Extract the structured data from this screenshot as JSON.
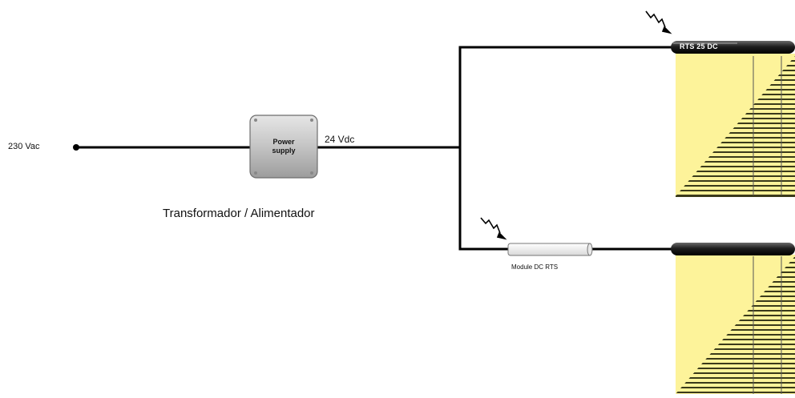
{
  "input": {
    "voltage_label": "230 Vac"
  },
  "power_supply": {
    "line1": "Power",
    "line2": "supply",
    "caption": "Transformador / Alimentador"
  },
  "output": {
    "voltage_label": "24 Vdc"
  },
  "motor_top": {
    "tube_label": "RTS 25 DC"
  },
  "module": {
    "caption": "Module DC RTS"
  },
  "colors": {
    "wire": "#000000",
    "blind_fabric": "#fdf39a",
    "slats": "#3a3a1a",
    "psu_body": "#c8c8c8",
    "tube_dark": "#2b2b2b",
    "module_body": "#f4f4f4"
  },
  "icons": [
    "radio-signal-icon",
    "radio-signal-icon"
  ]
}
